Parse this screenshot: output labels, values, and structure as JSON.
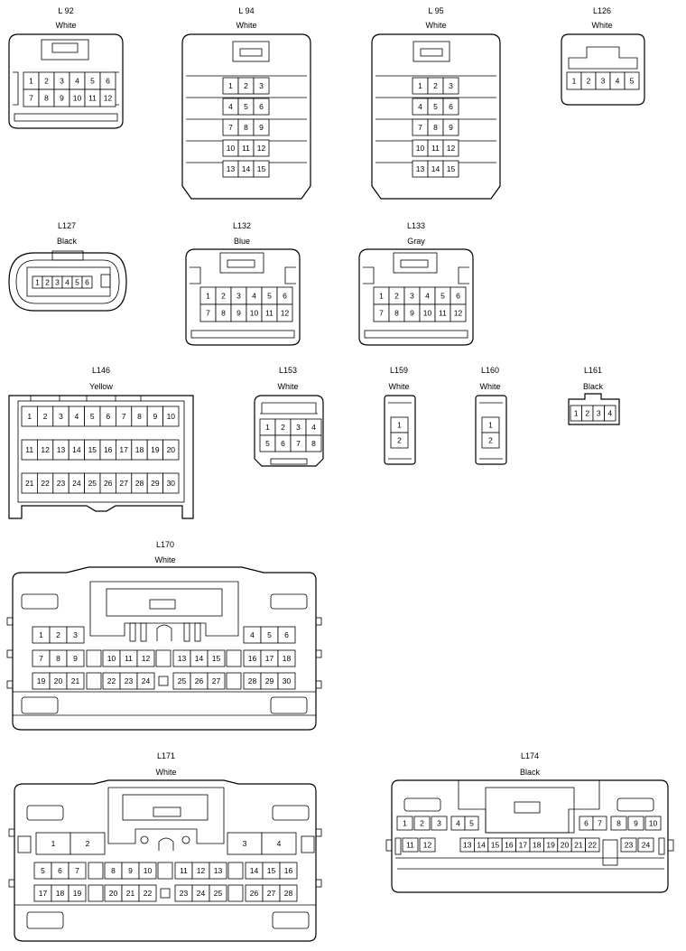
{
  "connectors": {
    "l92": {
      "id": "L 92",
      "color": "White",
      "pins": [
        "1",
        "2",
        "3",
        "4",
        "5",
        "6",
        "7",
        "8",
        "9",
        "10",
        "11",
        "12"
      ]
    },
    "l94": {
      "id": "L 94",
      "color": "White",
      "pins": [
        "1",
        "2",
        "3",
        "4",
        "5",
        "6",
        "7",
        "8",
        "9",
        "10",
        "11",
        "12",
        "13",
        "14",
        "15"
      ]
    },
    "l95": {
      "id": "L 95",
      "color": "White",
      "pins": [
        "1",
        "2",
        "3",
        "4",
        "5",
        "6",
        "7",
        "8",
        "9",
        "10",
        "11",
        "12",
        "13",
        "14",
        "15"
      ]
    },
    "l126": {
      "id": "L126",
      "color": "White",
      "pins": [
        "1",
        "2",
        "3",
        "4",
        "5"
      ]
    },
    "l127": {
      "id": "L127",
      "color": "Black",
      "pins": [
        "1",
        "2",
        "3",
        "4",
        "5",
        "6"
      ]
    },
    "l132": {
      "id": "L132",
      "color": "Blue",
      "pins": [
        "1",
        "2",
        "3",
        "4",
        "5",
        "6",
        "7",
        "8",
        "9",
        "10",
        "11",
        "12"
      ]
    },
    "l133": {
      "id": "L133",
      "color": "Gray",
      "pins": [
        "1",
        "2",
        "3",
        "4",
        "5",
        "6",
        "7",
        "8",
        "9",
        "10",
        "11",
        "12"
      ]
    },
    "l146": {
      "id": "L146",
      "color": "Yellow",
      "pins": [
        "1",
        "2",
        "3",
        "4",
        "5",
        "6",
        "7",
        "8",
        "9",
        "10",
        "11",
        "12",
        "13",
        "14",
        "15",
        "16",
        "17",
        "18",
        "19",
        "20",
        "21",
        "22",
        "23",
        "24",
        "25",
        "26",
        "27",
        "28",
        "29",
        "30"
      ]
    },
    "l153": {
      "id": "L153",
      "color": "White",
      "pins": [
        "1",
        "2",
        "3",
        "4",
        "5",
        "6",
        "7",
        "8"
      ]
    },
    "l159": {
      "id": "L159",
      "color": "White",
      "pins": [
        "1",
        "2"
      ]
    },
    "l160": {
      "id": "L160",
      "color": "White",
      "pins": [
        "1",
        "2"
      ]
    },
    "l161": {
      "id": "L161",
      "color": "Black",
      "pins": [
        "1",
        "2",
        "3",
        "4"
      ]
    },
    "l170": {
      "id": "L170",
      "color": "White",
      "pins": [
        "1",
        "2",
        "3",
        "4",
        "5",
        "6",
        "7",
        "8",
        "9",
        "10",
        "11",
        "12",
        "13",
        "14",
        "15",
        "16",
        "17",
        "18",
        "19",
        "20",
        "21",
        "22",
        "23",
        "24",
        "25",
        "26",
        "27",
        "28",
        "29",
        "30"
      ]
    },
    "l171": {
      "id": "L171",
      "color": "White",
      "pins": [
        "1",
        "2",
        "3",
        "4",
        "5",
        "6",
        "7",
        "8",
        "9",
        "10",
        "11",
        "12",
        "13",
        "14",
        "15",
        "16",
        "17",
        "18",
        "19",
        "20",
        "21",
        "22",
        "23",
        "24",
        "25",
        "26",
        "27",
        "28"
      ]
    },
    "l174": {
      "id": "L174",
      "color": "Black",
      "pins": [
        "1",
        "2",
        "3",
        "4",
        "5",
        "6",
        "7",
        "8",
        "9",
        "10",
        "11",
        "12",
        "13",
        "14",
        "15",
        "16",
        "17",
        "18",
        "19",
        "20",
        "21",
        "22",
        "23",
        "24"
      ]
    }
  }
}
